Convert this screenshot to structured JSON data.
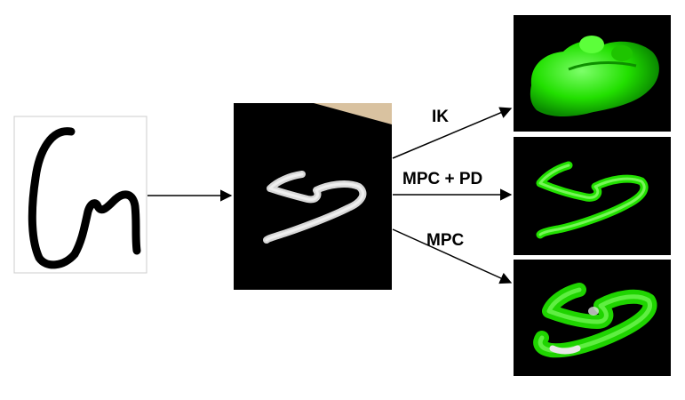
{
  "nodes": {
    "sketch": {
      "kind": "hand-drawn glyph",
      "stroke_color": "#000000"
    },
    "human_demo": {
      "kind": "rendered stroke (white) on black background",
      "stroke_color": "#e0e0e0"
    },
    "result_ik": {
      "kind": "rendered result",
      "color": "#00ff00"
    },
    "result_mpc_pd": {
      "kind": "rendered result",
      "color": "#00ff00"
    },
    "result_mpc": {
      "kind": "rendered result",
      "color": "#00ff00"
    }
  },
  "edges": {
    "ik": {
      "label": "IK"
    },
    "mpc_pd": {
      "label": "MPC + PD"
    },
    "mpc": {
      "label": "MPC"
    }
  },
  "colors": {
    "background": "#000000",
    "green": "#00ff00",
    "arrow": "#000000"
  }
}
